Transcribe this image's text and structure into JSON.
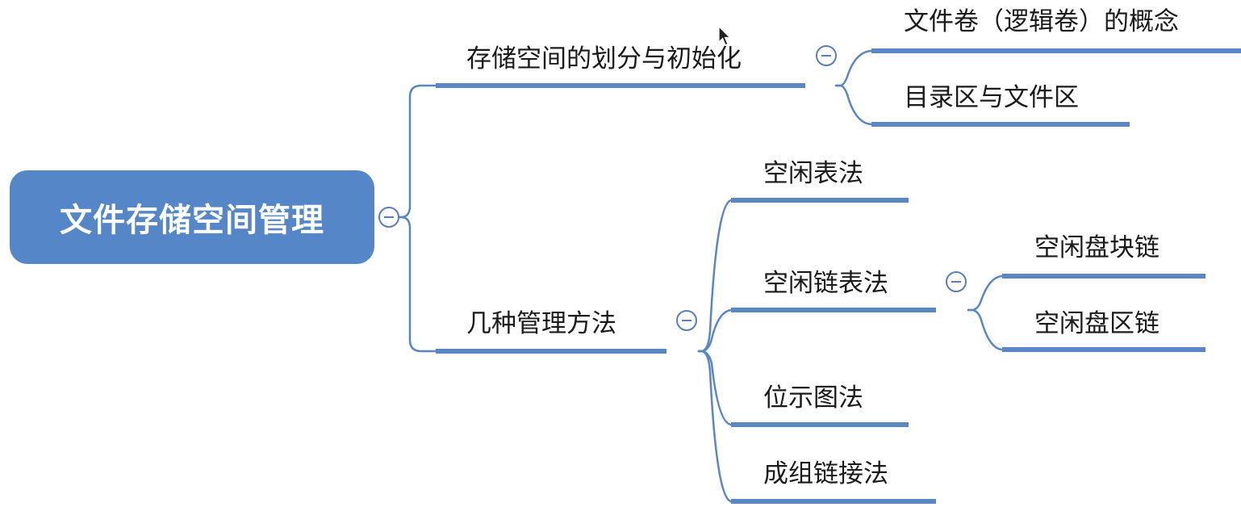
{
  "root": {
    "label": "文件存储空间管理"
  },
  "branches": [
    {
      "label": "存储空间的划分与初始化",
      "children": [
        {
          "label": "文件卷（逻辑卷）的概念"
        },
        {
          "label": "目录区与文件区"
        }
      ]
    },
    {
      "label": "几种管理方法",
      "children": [
        {
          "label": "空闲表法"
        },
        {
          "label": "空闲链表法",
          "children": [
            {
              "label": "空闲盘块链"
            },
            {
              "label": "空闲盘区链"
            }
          ]
        },
        {
          "label": "位示图法"
        },
        {
          "label": "成组链接法"
        }
      ]
    }
  ],
  "colors": {
    "root_fill": "#5586c8",
    "line": "#5a86c4",
    "toggle": "#5b7fb5",
    "text": "#1a1a1a"
  }
}
